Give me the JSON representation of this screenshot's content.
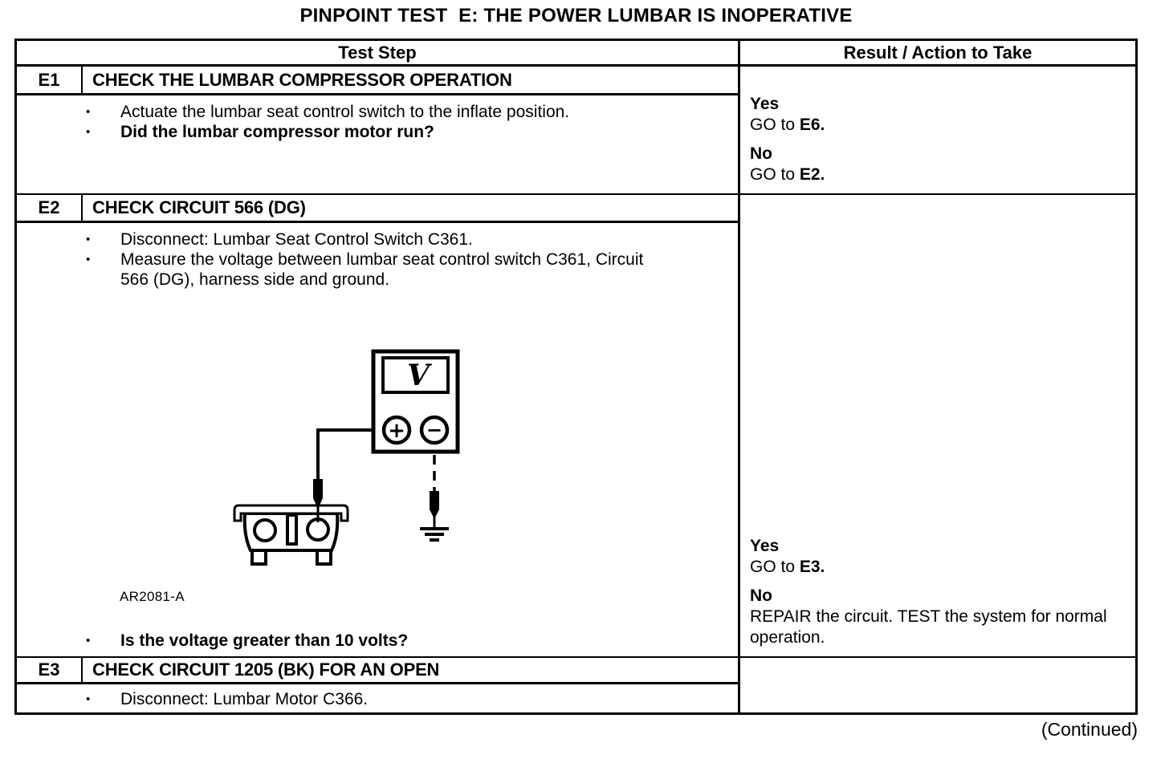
{
  "page": {
    "title": "PINPOINT TEST  E: THE POWER LUMBAR IS INOPERATIVE",
    "continued_note": "(Continued)"
  },
  "colors": {
    "ink": "#000000",
    "paper": "#ffffff"
  },
  "glyphs": {
    "bullet": "•"
  },
  "table": {
    "header": {
      "test_step": "Test Step",
      "result": "Result / Action to Take"
    },
    "rows": [
      {
        "id": "E1",
        "title": "CHECK THE LUMBAR COMPRESSOR OPERATION",
        "bullets": [
          {
            "text": "Actuate the lumbar seat control switch to the inflate position.",
            "bold": false
          },
          {
            "text": "Did the lumbar compressor motor run?",
            "bold": true
          }
        ],
        "results": [
          {
            "answer": "Yes",
            "action": "GO to ",
            "action_target": "E6."
          },
          {
            "answer": "No",
            "action": "GO to ",
            "action_target": "E2."
          }
        ]
      },
      {
        "id": "E2",
        "title": "CHECK CIRCUIT 566 (DG)",
        "bullets": [
          {
            "text": "Disconnect: Lumbar Seat Control Switch C361.",
            "bold": false
          },
          {
            "text": "Measure the voltage between lumbar seat control switch C361, Circuit 566 (DG), harness side and ground.",
            "bold": false
          }
        ],
        "figure": {
          "label": "AR2081-A",
          "meter_symbol": "V",
          "plus_symbol": "+",
          "minus_symbol": "−"
        },
        "question": "Is the voltage greater than 10 volts?",
        "results": [
          {
            "answer": "Yes",
            "action": "GO to ",
            "action_target": "E3."
          },
          {
            "answer": "No",
            "action": "REPAIR the circuit. TEST the system for normal operation.",
            "action_target": ""
          }
        ]
      },
      {
        "id": "E3",
        "title": "CHECK CIRCUIT 1205 (BK) FOR AN OPEN",
        "bullets": [
          {
            "text": "Disconnect: Lumbar Motor C366.",
            "bold": false
          }
        ],
        "results": []
      }
    ]
  }
}
